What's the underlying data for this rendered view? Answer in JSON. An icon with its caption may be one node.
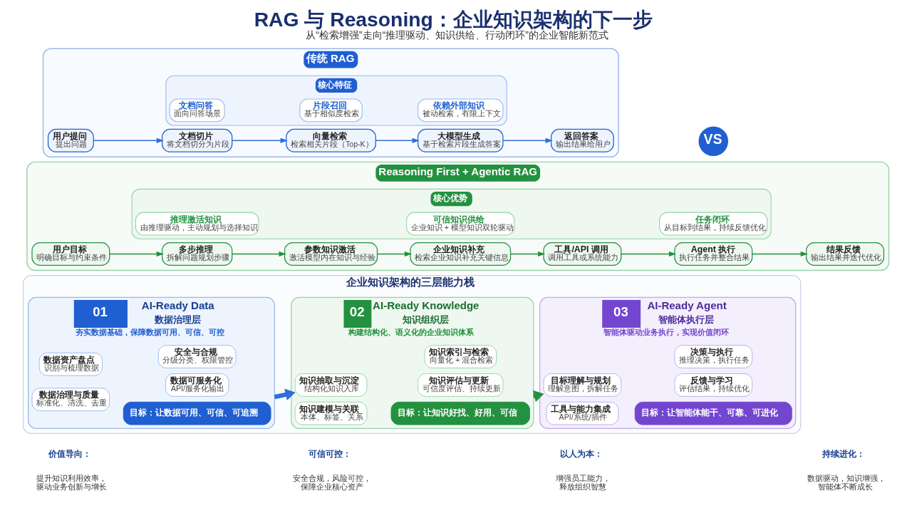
{
  "diagram": {
    "title": "RAG 与 Reasoning：企业知识架构的下一步",
    "caption": "从“检索增强”走向“推理驱动、知识供给、行动闭环”的企业智能新范式",
    "nodes": [
      {
        "text": [
          "传统 RAG"
        ]
      },
      {
        "text": [
          "用户提问",
          "提出问题"
        ],
        "in": 0
      },
      {
        "text": [
          "文档切片",
          "将文档切分为片段"
        ],
        "in": 0
      },
      {
        "text": [
          "向量检索",
          "检索相关片段（Top-K）"
        ],
        "in": 0
      },
      {
        "text": [
          "大模型生成",
          "基于检索片段生成答案"
        ],
        "in": 0
      },
      {
        "text": [
          "返回答案",
          "输出结果给用户"
        ],
        "in": 0
      },
      {
        "text": [
          "核心特征"
        ],
        "in": 0
      },
      {
        "text": [
          "文档问答",
          "面向问答场景"
        ],
        "in": 6
      },
      {
        "text": [
          "片段召回",
          "基于相似度检索"
        ],
        "in": 6
      },
      {
        "text": [
          "依赖外部知识",
          "被动检索，有限上下文"
        ],
        "in": 6
      },
      {
        "text": [
          "VS"
        ]
      },
      {
        "text": [
          "Reasoning First + Agentic RAG"
        ]
      },
      {
        "text": [
          "用户目标",
          "明确目标与约束条件"
        ],
        "in": 11
      },
      {
        "text": [
          "多步推理",
          "拆解问题规划步骤"
        ],
        "in": 11
      },
      {
        "text": [
          "参数知识激活",
          "激活模型内在知识与经验"
        ],
        "in": 11
      },
      {
        "text": [
          "企业知识补充",
          "检索企业知识补充关键信息"
        ],
        "in": 11
      },
      {
        "text": [
          "工具/API 调用",
          "调用工具或系统能力"
        ],
        "in": 11
      },
      {
        "text": [
          "Agent 执行",
          "执行任务并整合结果"
        ],
        "in": 11
      },
      {
        "text": [
          "结果反馈",
          "输出结果并迭代优化"
        ],
        "in": 11
      },
      {
        "text": [
          "核心优势"
        ],
        "in": 11
      },
      {
        "text": [
          "推理激活知识",
          "由推理驱动，主动规划与选择知识"
        ],
        "in": 19
      },
      {
        "text": [
          "可信知识供给",
          "企业知识 + 模型知识双轮驱动"
        ],
        "in": 19
      },
      {
        "text": [
          "任务闭环",
          "从目标到结果，持续反馈优化"
        ],
        "in": 19
      },
      {
        "text": [
          "企业知识架构的三层能力栈"
        ]
      },
      {
        "text": [
          "01",
          "AI-Ready Data",
          "数据治理层",
          "夯实数据基础，保障数据可用、可信、可控"
        ],
        "in": 23
      },
      {
        "text": [
          "数据资产盘点",
          "识别与梳理数据"
        ],
        "in": 24
      },
      {
        "text": [
          "数据治理与质量",
          "标准化、清洗、去重"
        ],
        "in": 24
      },
      {
        "text": [
          "安全与合规",
          "分级分类、权限管控"
        ],
        "in": 24
      },
      {
        "text": [
          "数据可服务化",
          "API/服务化输出"
        ],
        "in": 24
      },
      {
        "text": [
          "目标：让数据可用、可信、可追溯"
        ],
        "in": 24
      },
      {
        "text": [
          "02",
          "AI-Ready Knowledge",
          "知识组织层",
          "构建结构化、语义化的企业知识体系"
        ],
        "in": 23
      },
      {
        "text": [
          "知识抽取与沉淀",
          "结构化知识入库"
        ],
        "in": 30
      },
      {
        "text": [
          "知识建模与关联",
          "本体、标签、关系"
        ],
        "in": 30
      },
      {
        "text": [
          "知识索引与检索",
          "向量化 + 混合检索"
        ],
        "in": 30
      },
      {
        "text": [
          "知识评估与更新",
          "可信度评估、持续更新"
        ],
        "in": 30
      },
      {
        "text": [
          "目标：让知识好找、好用、可信"
        ],
        "in": 30
      },
      {
        "text": [
          "03",
          "AI-Ready Agent",
          "智能体执行层",
          "智能体驱动业务执行，实现价值闭环"
        ],
        "in": 23
      },
      {
        "text": [
          "目标理解与规划",
          "理解意图，拆解任务"
        ],
        "in": 36
      },
      {
        "text": [
          "工具与能力集成",
          "API/系统/插件"
        ],
        "in": 36
      },
      {
        "text": [
          "决策与执行",
          "推理决策，执行任务"
        ],
        "in": 36
      },
      {
        "text": [
          "反馈与学习",
          "评估结果，持续优化"
        ],
        "in": 36
      },
      {
        "text": [
          "目标：让智能体能干、可靠、可进化"
        ],
        "in": 36
      }
    ],
    "edges": [
      {
        "from": 1,
        "to": 2,
        "arrow": "to",
        "color": "#2f6fd6"
      },
      {
        "from": 2,
        "to": 3,
        "arrow": "to",
        "color": "#2f6fd6"
      },
      {
        "from": 3,
        "to": 4,
        "arrow": "to",
        "color": "#2f6fd6"
      },
      {
        "from": 4,
        "to": 5,
        "arrow": "to",
        "color": "#2f6fd6"
      },
      {
        "from": 12,
        "to": 13,
        "arrow": "to"
      },
      {
        "from": 13,
        "to": 14,
        "arrow": "to"
      },
      {
        "from": 14,
        "to": 15,
        "arrow": "to"
      },
      {
        "from": 15,
        "to": 16,
        "arrow": "to"
      },
      {
        "from": 16,
        "to": 17,
        "arrow": "to"
      },
      {
        "from": 17,
        "to": 18,
        "arrow": "to"
      },
      {
        "from": 24,
        "to": 30,
        "arrow": "to",
        "style": "thick",
        "color": "#2f6fd6"
      },
      {
        "from": 30,
        "to": 36,
        "arrow": "to",
        "style": "thick"
      }
    ],
    "labels": [
      "价值导向：",
      "提升知识利用效率，驱动业务创新与增长",
      "可信可控：",
      "安全合规，风险可控，保障企业核心资产",
      "以人为本：",
      "增强员工能力，释放组织智慧",
      "持续进化：",
      "数据驱动，知识增强，智能体不断成长"
    ]
  }
}
